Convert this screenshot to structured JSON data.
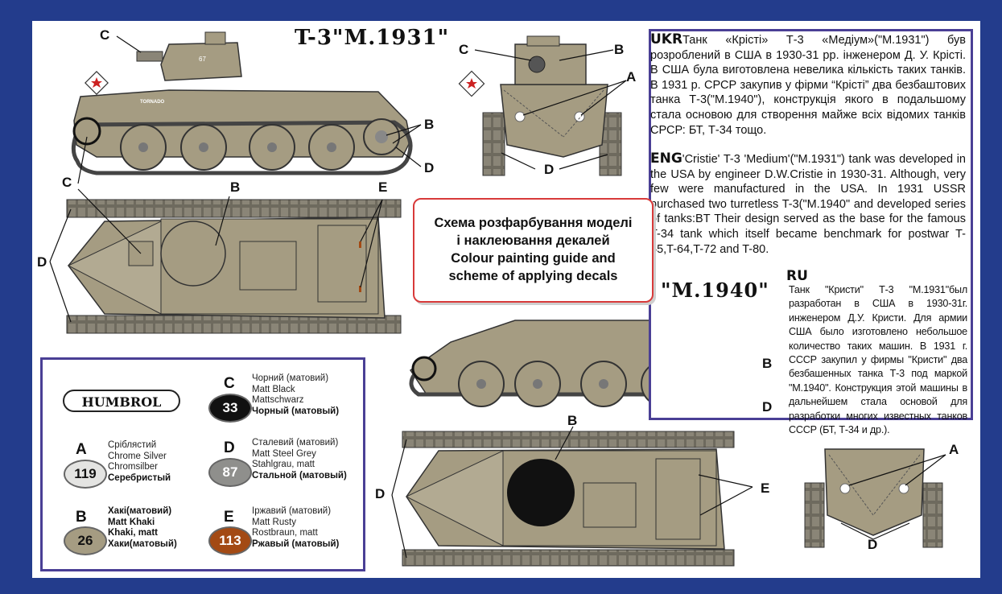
{
  "titles": {
    "m1931": "T-3\"M.1931\"",
    "m1940": "\"M.1940\""
  },
  "description": {
    "ukr": {
      "lang": "UKR",
      "text": "Танк «Крісті» Т-3 «Медіум»(\"М.1931\") був розроблений в США в 1930-31 рр. інженером Д. У. Крісті. В США була виготовлена невелика кількість таких танків. В 1931 р. СРСР закупив у фірми “Крісті” два безбаштових танка Т-3(\"М.1940\"), конструкція якого в подальшому стала основою для створення майже всіх відомих танків СРСР: БТ, Т-34 тощо."
    },
    "eng": {
      "lang": "ENG",
      "text": "'Cristie' T-3 'Medium'(\"M.1931\") tank was developed in the USA by engineer D.W.Cristie in 1930-31. Although, very few were manufactured in the USA. In 1931 USSR purchased two turretless T-3(\"M.1940\" and developed series of tanks:BT Their design served as the base for the famous T-34 tank which itself became benchmark for postwar T-55,T-64,T-72 and T-80."
    },
    "ru": {
      "lang": "RU",
      "text": "Танк \"Кристи\" Т-3 \"М.1931\"был разработан в США в 1930-31г. инженером Д.У. Кристи. Для армии США было изготовлено небольшое количество таких машин. В 1931 г. СССР закупил у фирмы \"Кристи\" два безбашенных танка Т-3 под маркой \"М.1940\". Конструкция этой машины в дальнейшем стала основой для разработки многих известных танков СССР (БТ, Т-34 и др.)."
    }
  },
  "guide": {
    "line1": "Схема розфарбування моделі",
    "line2": "і наклеювання декалей",
    "line3": "Colour painting guide and",
    "line4": "scheme of applying decals"
  },
  "legend": {
    "brand": "HUMBROL",
    "paints": [
      {
        "letter": "A",
        "number": "119",
        "color": "#e4e4e2",
        "text_color": "#111111",
        "l1": "Сріблястий",
        "l2": "Chrome Silver",
        "l3": "Chromsilber",
        "l4": "Серебристый"
      },
      {
        "letter": "B",
        "number": "26",
        "color": "#a59c82",
        "text_color": "#111111",
        "l1": "Хакі(матовий)",
        "l2": "Matt Khaki",
        "l3": "Khaki, matt",
        "l4": "Хаки(матовый)"
      },
      {
        "letter": "C",
        "number": "33",
        "color": "#111111",
        "text_color": "#ffffff",
        "l1": "Чорний (матовий)",
        "l2": "Matt Black",
        "l3": "Mattschwarz",
        "l4": "Чорный (матовый)"
      },
      {
        "letter": "D",
        "number": "87",
        "color": "#8f8f8c",
        "text_color": "#ffffff",
        "l1": "Сталевий (матовий)",
        "l2": "Matt Steel Grey",
        "l3": "Stahlgrau, matt",
        "l4": "Стальной (матовый)"
      },
      {
        "letter": "E",
        "number": "113",
        "color": "#a34a14",
        "text_color": "#ffffff",
        "l1": "Іржавий (матовий)",
        "l2": "Matt Rusty",
        "l3": "Rostbraun, matt",
        "l4": "Ржавый (матовый)"
      }
    ]
  },
  "callouts": {
    "a": "A",
    "b": "B",
    "c": "C",
    "d": "D",
    "e": "E"
  },
  "decals": {
    "turret_number": "67",
    "hull_name": "TORNADO"
  },
  "colors": {
    "frame_blue": "#233c8c",
    "box_purple": "#4a3f95",
    "khaki": "#a59c82",
    "black": "#111111",
    "steel": "#8f8f8c",
    "rust": "#a34a14",
    "red_star": "#cc2222",
    "guide_border": "#d83a3a"
  }
}
